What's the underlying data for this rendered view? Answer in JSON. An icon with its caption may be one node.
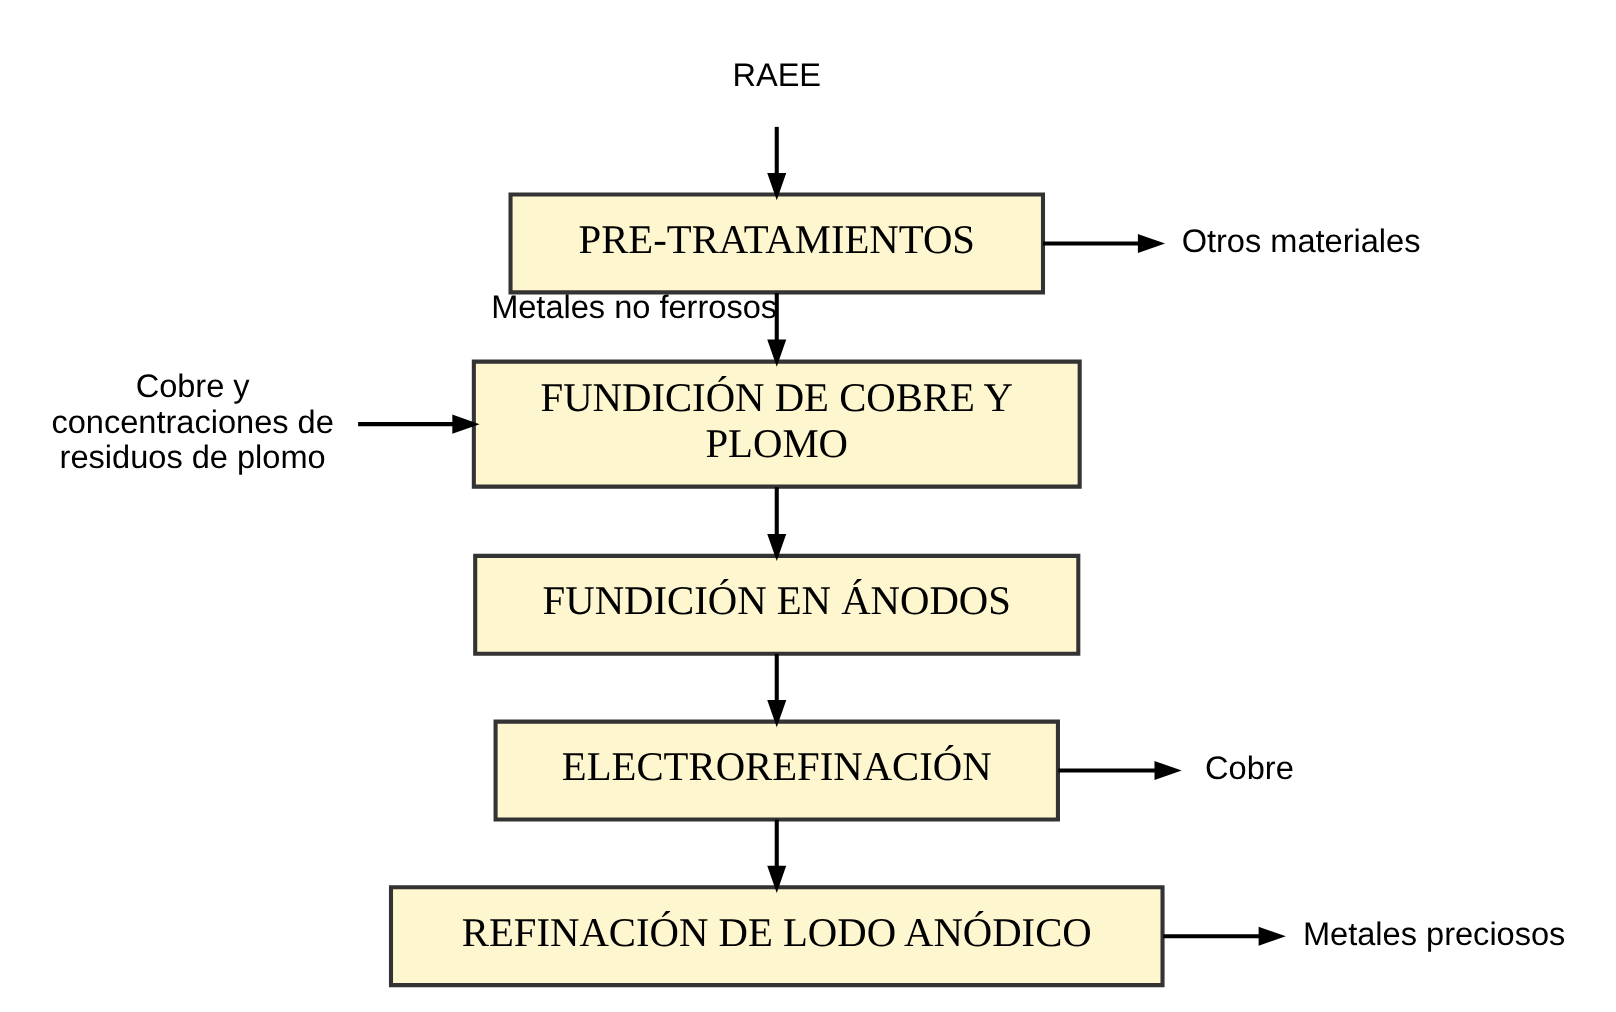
{
  "diagram": {
    "nodes": [
      {
        "text": [
          "RAEE"
        ]
      },
      {
        "text": [
          "PRE-TRATAMIENTOS"
        ]
      },
      {
        "text": [
          "Otros materiales"
        ]
      },
      {
        "text": [
          "Cobre y concentraciones de residuos de plomo"
        ]
      },
      {
        "text": [
          "FUNDICIÓN DE COBRE Y PLOMO"
        ]
      },
      {
        "text": [
          "FUNDICIÓN EN ÁNODOS"
        ]
      },
      {
        "text": [
          "ELECTROREFINACIÓN"
        ]
      },
      {
        "text": [
          "Cobre"
        ]
      },
      {
        "text": [
          "REFINACIÓN DE LODO ANÓDICO"
        ]
      },
      {
        "text": [
          "Metales preciosos"
        ]
      }
    ],
    "edges": [
      {
        "from": 0,
        "to": 1,
        "arrow": "to"
      },
      {
        "from": 1,
        "to": 2,
        "arrow": "to"
      },
      {
        "from": 1,
        "to": 4,
        "arrow": "to",
        "label": "Metales no ferrosos"
      },
      {
        "from": 3,
        "to": 4,
        "arrow": "to"
      },
      {
        "from": 4,
        "to": 5,
        "arrow": "to"
      },
      {
        "from": 5,
        "to": 6,
        "arrow": "to"
      },
      {
        "from": 6,
        "to": 7,
        "arrow": "to"
      },
      {
        "from": 6,
        "to": 8,
        "arrow": "to"
      },
      {
        "from": 8,
        "to": 9,
        "arrow": "to"
      }
    ]
  }
}
